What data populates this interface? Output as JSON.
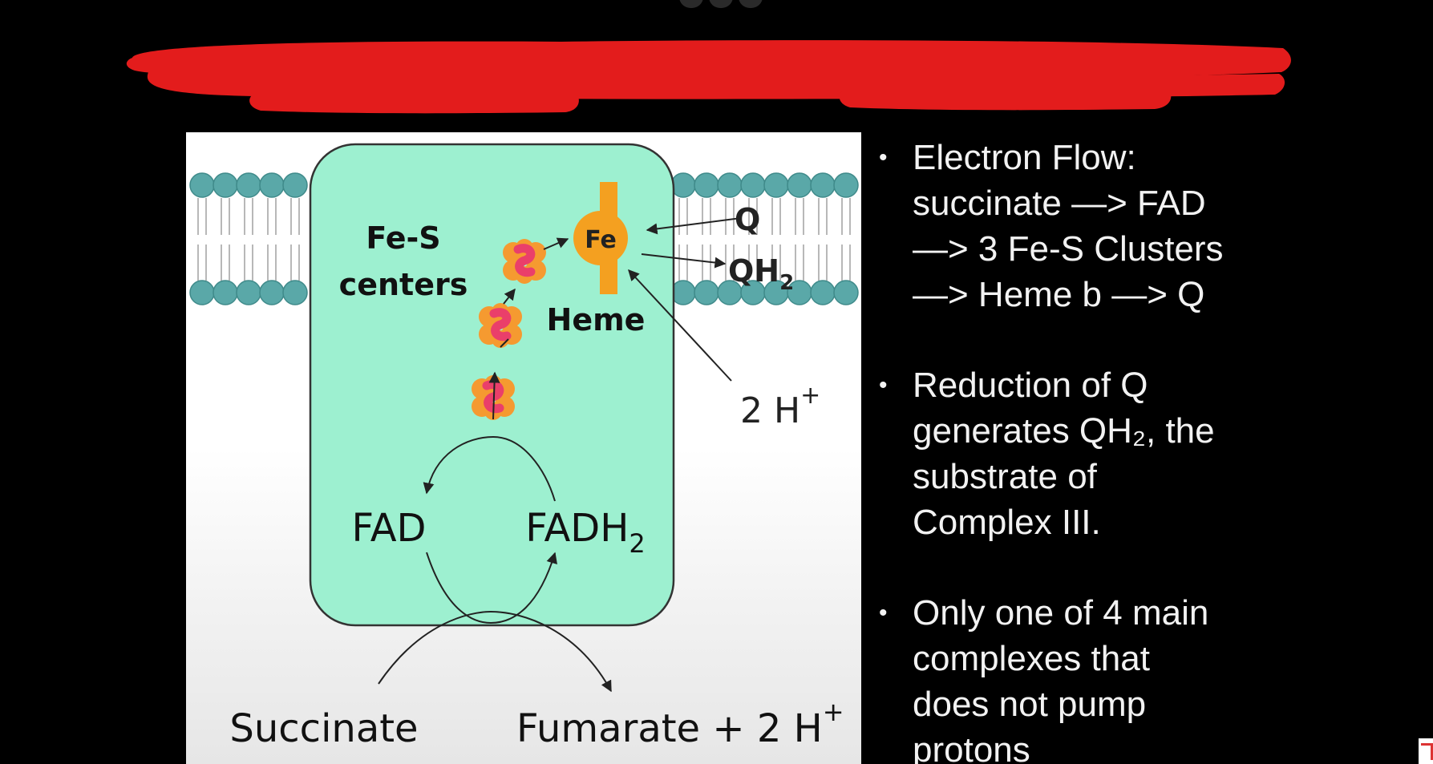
{
  "redaction": {
    "color": "#e31c1c"
  },
  "figure": {
    "background": "#ffffff",
    "complex_fill": "#9df0d0",
    "complex_stroke": "#333333",
    "membrane_head_color": "#5aa8a8",
    "cluster_colors": {
      "outer": "#f59a30",
      "inner": "#ea3f6a"
    },
    "heme_color": "#f4a020",
    "labels": {
      "fes_line1": "Fe-S",
      "fes_line2": "centers",
      "heme": "Heme",
      "fe": "Fe",
      "q": "Q",
      "qh2_base": "QH",
      "qh2_sub": "2",
      "protons_right_base": "2 H",
      "protons_right_sup": "+",
      "fad": "FAD",
      "fadh2_base": "FADH",
      "fadh2_sub": "2",
      "succinate": "Succinate",
      "fumarate_base": "Fumarate + 2 H",
      "fumarate_sup": "+"
    }
  },
  "bullets": [
    {
      "lines": [
        "Electron Flow:",
        "succinate —> FAD",
        "—> 3 Fe-S Clusters",
        "—> Heme b —> Q"
      ]
    },
    {
      "lines": [
        "Reduction of Q",
        "generates QH₂, the",
        "substrate of",
        "Complex III."
      ]
    },
    {
      "lines": [
        "Only one of 4 main",
        "complexes that",
        "does not pump",
        "protons"
      ]
    }
  ]
}
